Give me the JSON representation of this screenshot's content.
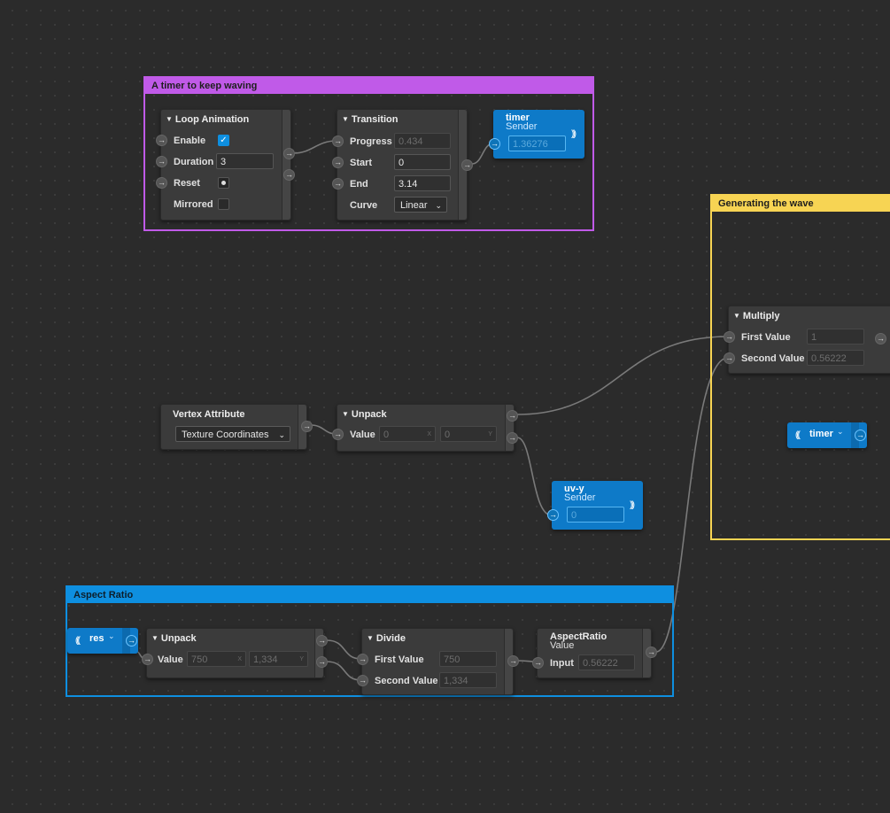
{
  "groups": {
    "timer": {
      "title": "A timer to keep waving",
      "color": "#c05ae8"
    },
    "wave": {
      "title": "Generating the wave",
      "color": "#f7d453"
    },
    "aspect": {
      "title": "Aspect Ratio",
      "color": "#0e8fe0"
    }
  },
  "loop_animation": {
    "title": "Loop Animation",
    "enable_label": "Enable",
    "enable_checked": true,
    "duration_label": "Duration",
    "duration_value": "3",
    "reset_label": "Reset",
    "mirrored_label": "Mirrored",
    "mirrored_checked": false
  },
  "transition": {
    "title": "Transition",
    "progress_label": "Progress",
    "progress_value": "0.434",
    "start_label": "Start",
    "start_value": "0",
    "end_label": "End",
    "end_value": "3.14",
    "curve_label": "Curve",
    "curve_value": "Linear"
  },
  "timer_sender": {
    "name": "timer",
    "subtitle": "Sender",
    "value": "1.36276"
  },
  "multiply": {
    "title": "Multiply",
    "first_label": "First Value",
    "first_value": "1",
    "second_label": "Second Value",
    "second_value": "0.56222"
  },
  "timer_receiver": {
    "name": "timer"
  },
  "vertex_attribute": {
    "title": "Vertex Attribute",
    "value": "Texture Coordinates"
  },
  "unpack_uv": {
    "title": "Unpack",
    "value_label": "Value",
    "x_value": "0",
    "x_suffix": "X",
    "y_value": "0",
    "y_suffix": "Y"
  },
  "uvy_sender": {
    "name": "uv-y",
    "subtitle": "Sender",
    "value": "0"
  },
  "res_receiver": {
    "name": "res"
  },
  "unpack_res": {
    "title": "Unpack",
    "value_label": "Value",
    "x_value": "750",
    "x_suffix": "X",
    "y_value": "1,334",
    "y_suffix": "Y"
  },
  "divide": {
    "title": "Divide",
    "first_label": "First Value",
    "first_value": "750",
    "second_label": "Second Value",
    "second_value": "1,334"
  },
  "aspect_ratio": {
    "title": "AspectRatio",
    "subtitle": "Value",
    "input_label": "Input",
    "input_value": "0.56222"
  },
  "glyphs": {
    "triangle": "▼",
    "arrow": "→",
    "check": "✓",
    "chevron": "⌄",
    "wave": ")))",
    "wave_left": "((("
  },
  "icons": {
    "port": "arrow-right-icon",
    "checkbox": "checkmark-icon",
    "signal": "wireless-signal-icon",
    "dropdown": "chevron-down-icon"
  }
}
